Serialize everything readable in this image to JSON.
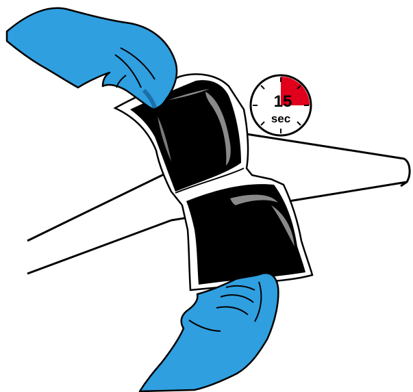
{
  "timer": {
    "number_label": "15",
    "unit_label": "sec",
    "elapsed_fraction": 0.25,
    "accent_color": "#e0001b"
  },
  "colors": {
    "glove": "#2f9fe0",
    "glove_shadow": "#1d6fa6",
    "pouch": "#000000",
    "pouch_highlight": "#8a8a8a",
    "outline": "#000000"
  },
  "icons": {
    "upper_hand": "gloved-hand-icon",
    "lower_hand": "gloved-hand-icon",
    "pouch": "two-compartment-pouch-icon",
    "table": "table-edge-icon",
    "timer": "stopwatch-icon"
  }
}
